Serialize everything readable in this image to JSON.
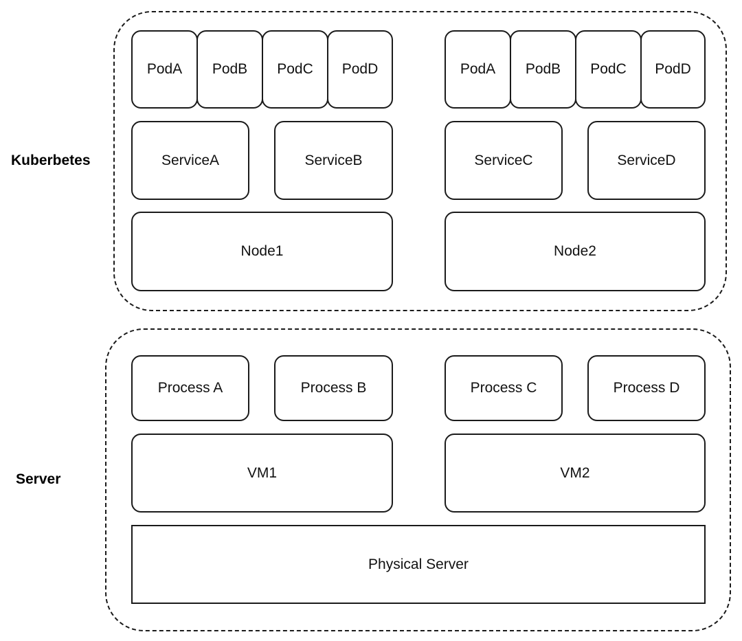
{
  "kubernetes": {
    "label": "Kuberbetes",
    "left": {
      "pods": [
        "PodA",
        "PodB",
        "PodC",
        "PodD"
      ],
      "services": [
        "ServiceA",
        "ServiceB"
      ],
      "node": "Node1"
    },
    "right": {
      "pods": [
        "PodA",
        "PodB",
        "PodC",
        "PodD"
      ],
      "services": [
        "ServiceC",
        "ServiceD"
      ],
      "node": "Node2"
    }
  },
  "server": {
    "label": "Server",
    "left": {
      "processes": [
        "Process A",
        "Process B"
      ],
      "vm": "VM1"
    },
    "right": {
      "processes": [
        "Process C",
        "Process D"
      ],
      "vm": "VM2"
    },
    "physical": "Physical Server"
  }
}
